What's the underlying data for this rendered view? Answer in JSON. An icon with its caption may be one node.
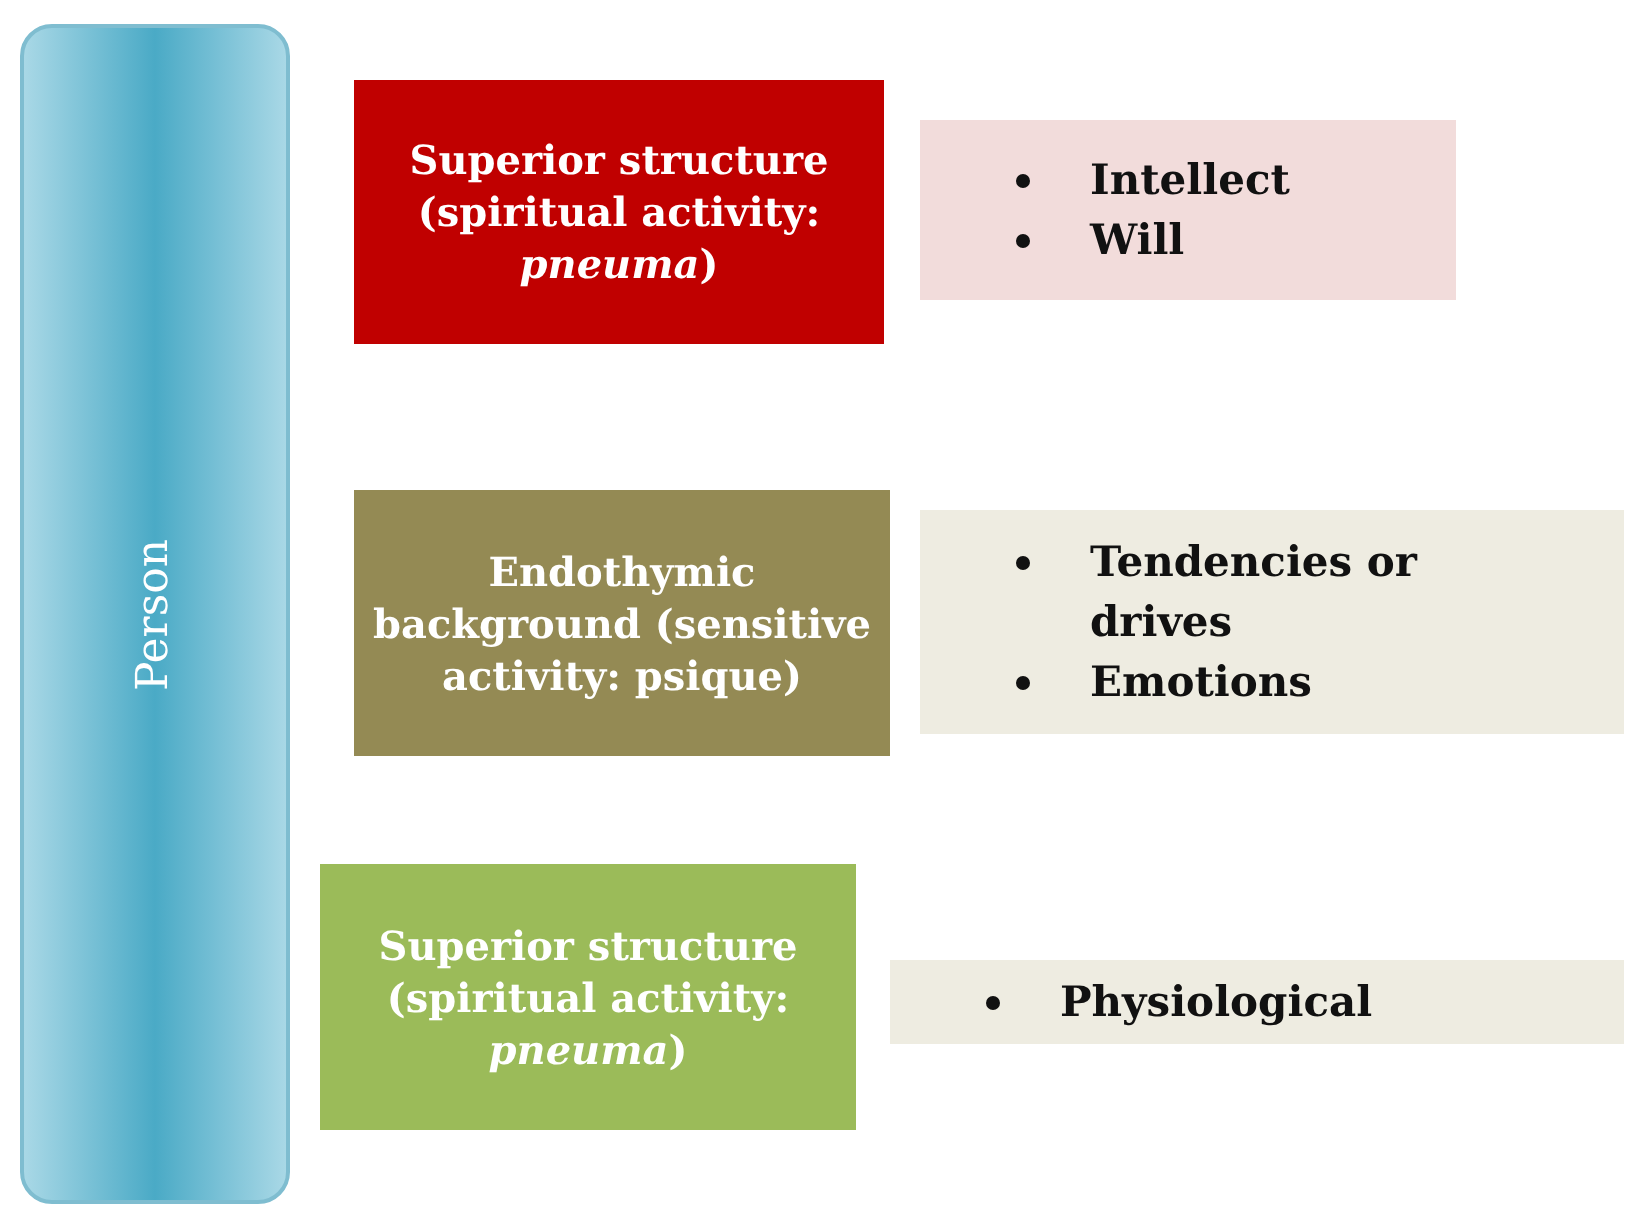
{
  "diagram": {
    "nodes": [
      {
        "text": [
          "Person"
        ]
      },
      {
        "text": [
          "Superior structure (spiritual activity: *pneuma*)"
        ]
      },
      {
        "text": [
          "Intellect",
          "Will"
        ]
      },
      {
        "text": [
          "Endothymic background (sensitive activity: psique)"
        ]
      },
      {
        "text": [
          "Tendencies or drives",
          "Emotions"
        ]
      },
      {
        "text": [
          "Superior structure (spiritual activity: *pneuma*)"
        ]
      },
      {
        "text": [
          "Physiological"
        ]
      }
    ]
  }
}
